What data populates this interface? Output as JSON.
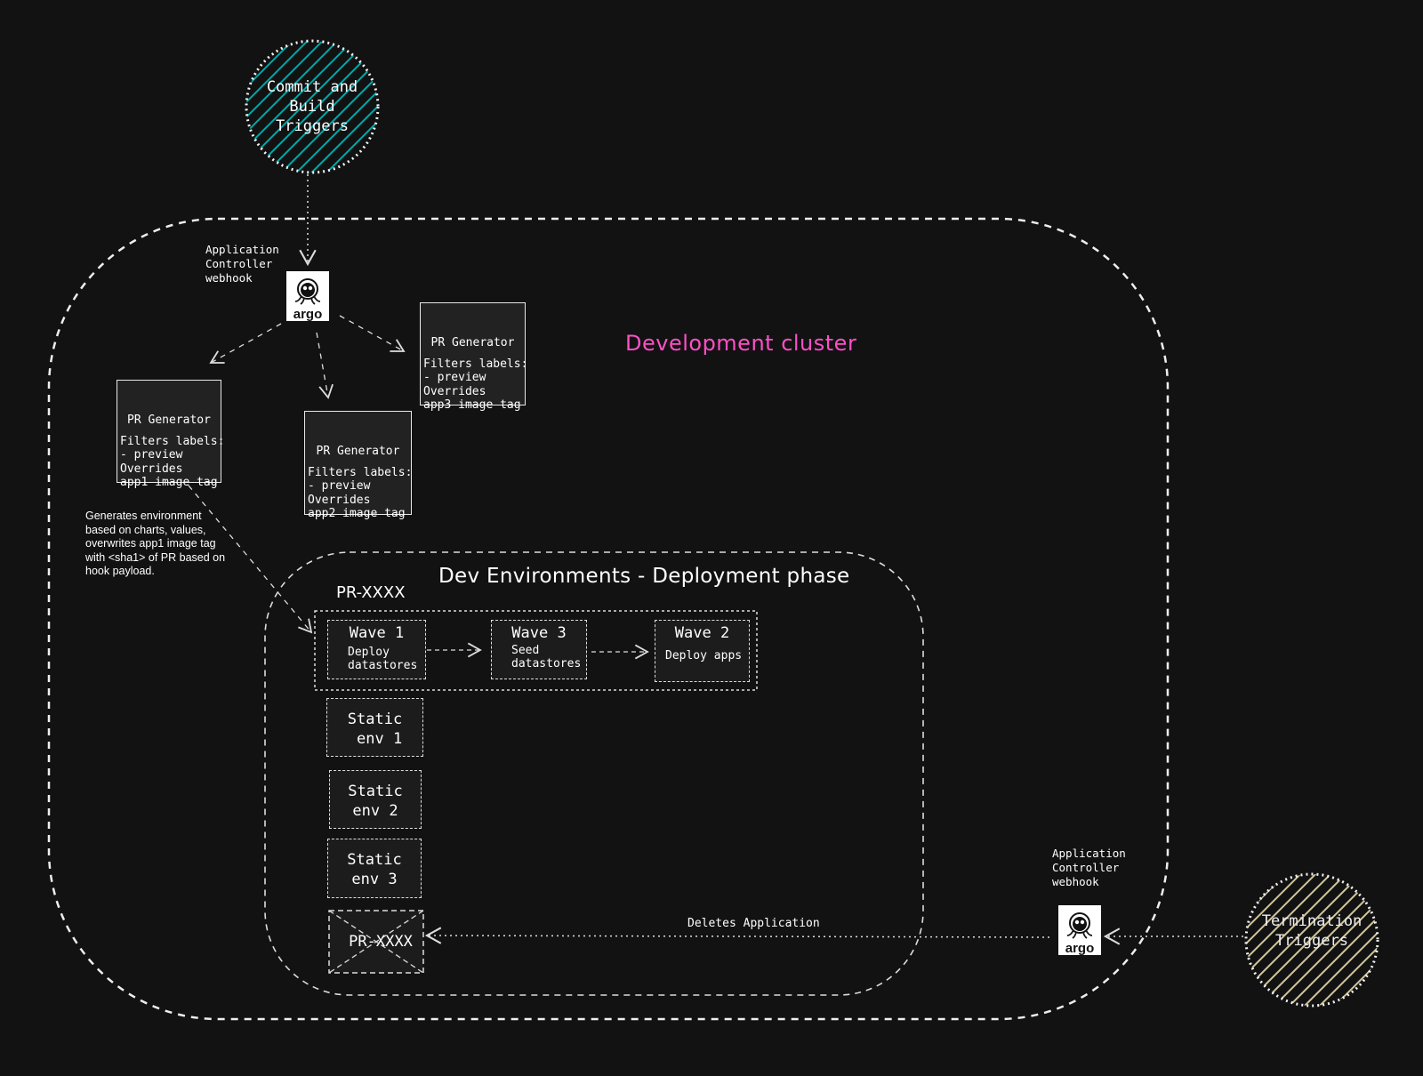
{
  "cluster": {
    "title": "Development cluster",
    "title_color": "#ff4fc8"
  },
  "triggers": {
    "commit": "Commit and\nBuild\nTriggers",
    "commit_color": "#00b3b3",
    "termination": "Termination\nTriggers",
    "termination_color": "#d8caa0"
  },
  "argo": {
    "top_label": "Application\nController\nwebhook",
    "bottom_label": "Application\nController\nwebhook",
    "logo_text": "argo"
  },
  "generators": [
    {
      "title": "PR Generator",
      "body": "Filters labels:\n- preview\nOverrides\napp1 image tag"
    },
    {
      "title": "PR Generator",
      "body": "Filters labels:\n- preview\nOverrides\napp2 image tag"
    },
    {
      "title": "PR Generator",
      "body": "Filters labels:\n- preview\nOverrides\napp3 image tag"
    }
  ],
  "note": "Generates environment\nbased on charts, values,\noverwrites app1 image tag\nwith <sha1> of PR based on\nhook payload.",
  "dev_envs": {
    "title": "Dev Environments - Deployment phase",
    "pr_label": "PR-XXXX",
    "waves": [
      {
        "title": "Wave 1",
        "sub": "Deploy\ndatastores"
      },
      {
        "title": "Wave 3",
        "sub": "Seed\ndatastores"
      },
      {
        "title": "Wave 2",
        "sub": "Deploy apps"
      }
    ],
    "static_envs": [
      "Static\n env 1",
      "Static\nenv 2",
      "Static\nenv 3"
    ],
    "deleted_env": "PR-XXXX",
    "delete_label": "Deletes Application"
  }
}
